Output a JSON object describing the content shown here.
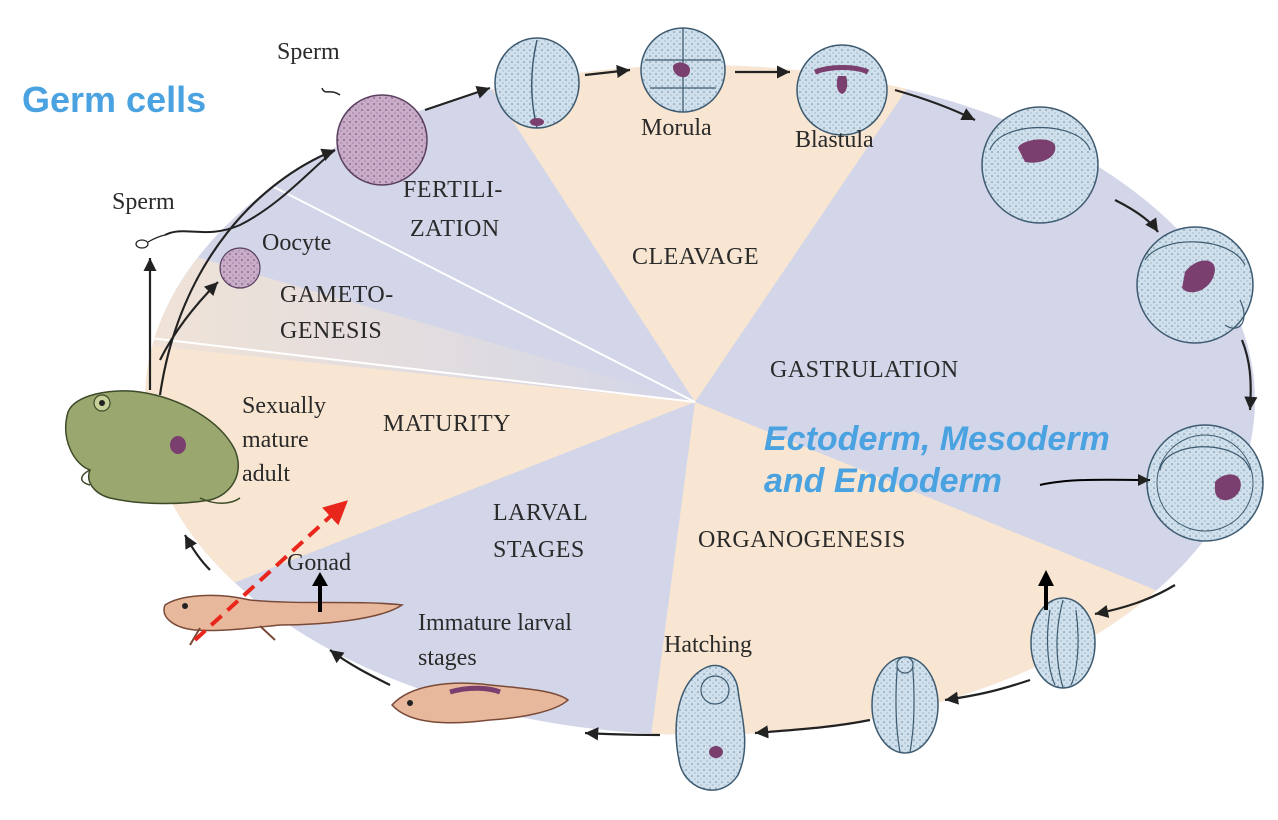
{
  "annotations": {
    "germ_cells": "Germ cells",
    "germ_layers_line1": "Ectoderm, Mesoderm",
    "germ_layers_line2": "and Endoderm"
  },
  "stages": {
    "fertilization_line1": "FERTILI-",
    "fertilization_line2": "ZATION",
    "cleavage": "CLEAVAGE",
    "gastrulation": "GASTRULATION",
    "organogenesis": "ORGANOGENESIS",
    "larval_line1": "LARVAL",
    "larval_line2": "STAGES",
    "maturity": "MATURITY",
    "gametogenesis_line1": "GAMETO-",
    "gametogenesis_line2": "GENESIS"
  },
  "labels": {
    "sperm_top": "Sperm",
    "sperm_left": "Sperm",
    "oocyte": "Oocyte",
    "morula": "Morula",
    "blastula": "Blastula",
    "hatching": "Hatching",
    "gonad": "Gonad",
    "immature_line1": "Immature larval",
    "immature_line2": "stages",
    "adult_line1": "Sexually",
    "adult_line2": "mature",
    "adult_line3": "adult"
  },
  "colors": {
    "sector_lavender": "#d3d6e8",
    "sector_peach": "#f8e6d2",
    "accent_blue": "#4aa3e0",
    "cell_blue": "#cfe0ec",
    "purple": "#7a3f6e",
    "dashed_red": "#e8261c"
  }
}
